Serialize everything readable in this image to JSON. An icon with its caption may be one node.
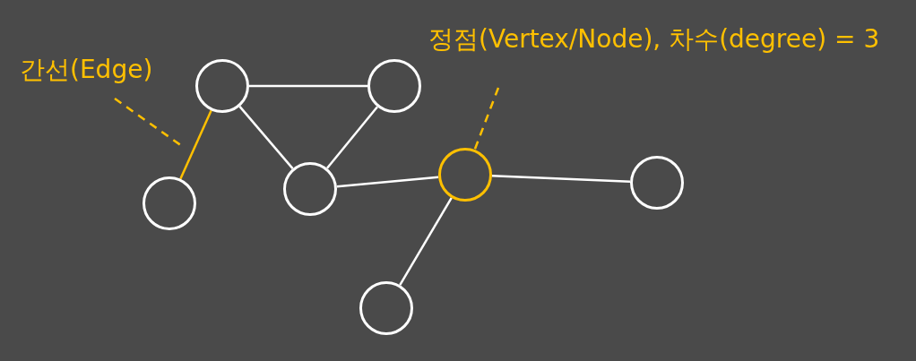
{
  "diagram": {
    "nodes": [
      {
        "text": [
          "간선(Edge)"
        ]
      },
      {
        "text": [
          "정점(Vertex/Node), 차수(degree) = 3"
        ]
      },
      {
        "text": [],
        "shape": "circle"
      },
      {
        "text": [],
        "shape": "circle"
      },
      {
        "text": [],
        "shape": "circle"
      },
      {
        "text": [],
        "shape": "circle"
      },
      {
        "text": [],
        "shape": "circle"
      },
      {
        "text": [],
        "shape": "circle"
      },
      {
        "text": [],
        "shape": "circle"
      }
    ],
    "edges": [
      {
        "from": 3,
        "to": 6,
        "arrow": "none"
      },
      {
        "from": 3,
        "to": 2,
        "arrow": "none",
        "color": "#ffc000"
      },
      {
        "from": 3,
        "to": 4,
        "arrow": "none"
      },
      {
        "from": 6,
        "to": 4,
        "arrow": "none"
      },
      {
        "from": 4,
        "to": 7,
        "arrow": "none"
      },
      {
        "from": 7,
        "to": 8,
        "arrow": "none"
      },
      {
        "from": 7,
        "to": 5,
        "arrow": "none"
      },
      {
        "from": 0,
        "to": null,
        "arrow": "none",
        "style": "dashed",
        "color": "#ffc000"
      },
      {
        "from": 1,
        "to": 7,
        "arrow": "none",
        "style": "dashed",
        "color": "#ffc000"
      }
    ]
  }
}
